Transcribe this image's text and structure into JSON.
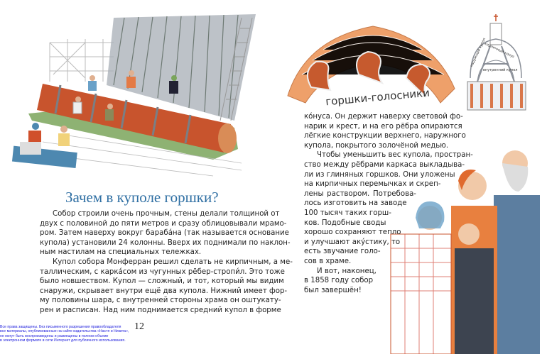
{
  "left_page": {
    "heading": "Зачем в куполе горшки?",
    "lines": [
      "Собор строили очень прочным, стены делали толщиной от",
      "двух с половиной до пяти метров и сразу облицовывали мрамо-",
      "ром. Затем наверху вокруг бараба́на (так называется основание",
      "купола) установили 24 колонны. Вверх их поднимали по наклон-",
      "ным настилам на специальных тележках.",
      "Купол собора Монферран решил сделать не кирпичным, а ме-",
      "таллическим, с карка́сом из чугунных рёбер-стропи́л. Это тоже",
      "было новшеством. Купол — сложный, и тот, который мы видим",
      "снаружи, скрывает внутри ещё два купола. Нижний имеет фор-",
      "му половины шара, с внутренней стороны храма он оштукату-",
      "рен и расписан. Над ним поднимается средний купол в форме"
    ],
    "page_number": "12",
    "copyright_lines": [
      "Все права защищены. Без письменного разрешения правообладателя",
      "все материалы, опубликованные на сайте издательства «Настя и Никита»,",
      "не могут быть воспроизведены и размещены в полном объеме",
      "в электронном формате в сети Интернет для публичного использования."
    ]
  },
  "right_page": {
    "lines": [
      "ко́нуса. Он держит наверху световой фо-",
      "нарик и крест, и на его рёбра опираются",
      "лёгкие конструкции верхнего, наружного",
      "купола, покрытого золочёной медью.",
      "Чтобы уменьшить вес купола, простран-",
      "ство между рёбрами каркаса выкладыва-",
      "ли из глиняных горшков. Они уложены",
      "на кирпичных перемычках и скреп-",
      "лены раствором. Потребова-",
      "лось изготовить на заводе",
      "100 тысяч таких горш-",
      "ков. Подобные своды",
      "хорошо сохраняют тепло",
      "и улучшают аку́стику, то",
      "есть звучание голо-",
      "сов в храме.",
      "И вот, наконец,",
      "в 1858 году собор",
      "был завершён!"
    ],
    "arch_caption": "горшки-голосники",
    "dome_labels": {
      "outer": "наружный купол",
      "cone": "кирпичный конус",
      "inner": "внутренний купол"
    }
  },
  "colors": {
    "heading": "#2f6fa3",
    "copyright": "#2222dd",
    "brick": "#e8915a",
    "pot": "#c65a2e",
    "column": "#c8542d"
  }
}
